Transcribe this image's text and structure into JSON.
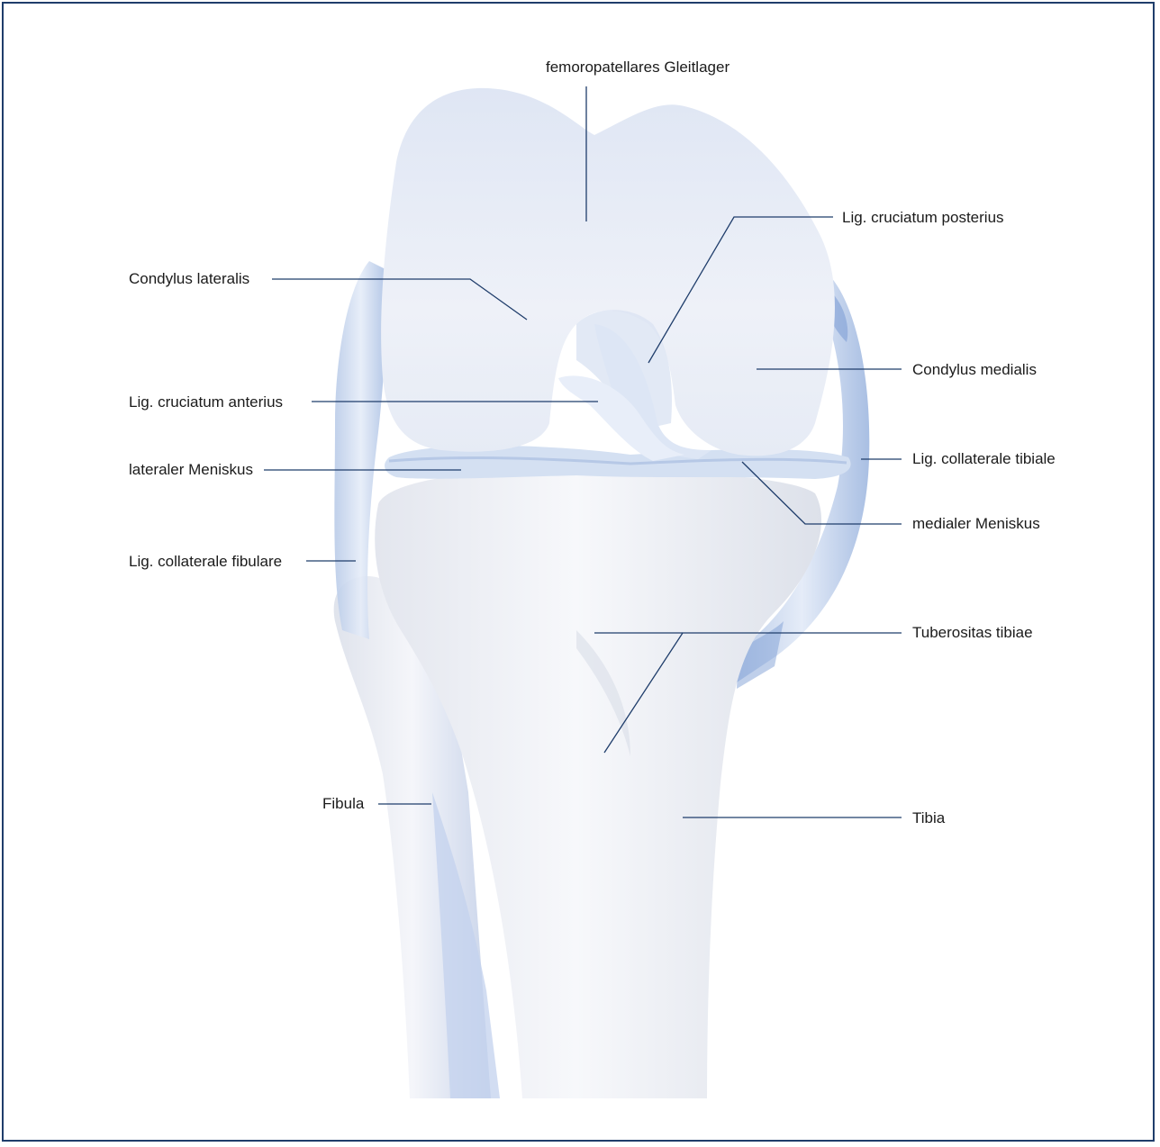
{
  "colors": {
    "border": "#1f3d6b",
    "leader": "#1f3d6b",
    "bone": "#eef0f6",
    "ligament": "#cfdcf0",
    "accent_blue": "#7f9fd6"
  },
  "labels": {
    "femoropatellar": "femoropatellares Gleitlager",
    "lig_cruciatum_posterius": "Lig. cruciatum posterius",
    "condylus_lateralis": "Condylus lateralis",
    "condylus_medialis": "Condylus medialis",
    "lig_cruciatum_anterius": "Lig. cruciatum anterius",
    "lateraler_meniskus": "lateraler Meniskus",
    "lig_collaterale_tibiale": "Lig. collaterale tibiale",
    "medialer_meniskus": "medialer Meniskus",
    "lig_collaterale_fibulare": "Lig. collaterale fibulare",
    "tuberositas_tibiae": "Tuberositas tibiae",
    "fibula": "Fibula",
    "tibia": "Tibia"
  }
}
